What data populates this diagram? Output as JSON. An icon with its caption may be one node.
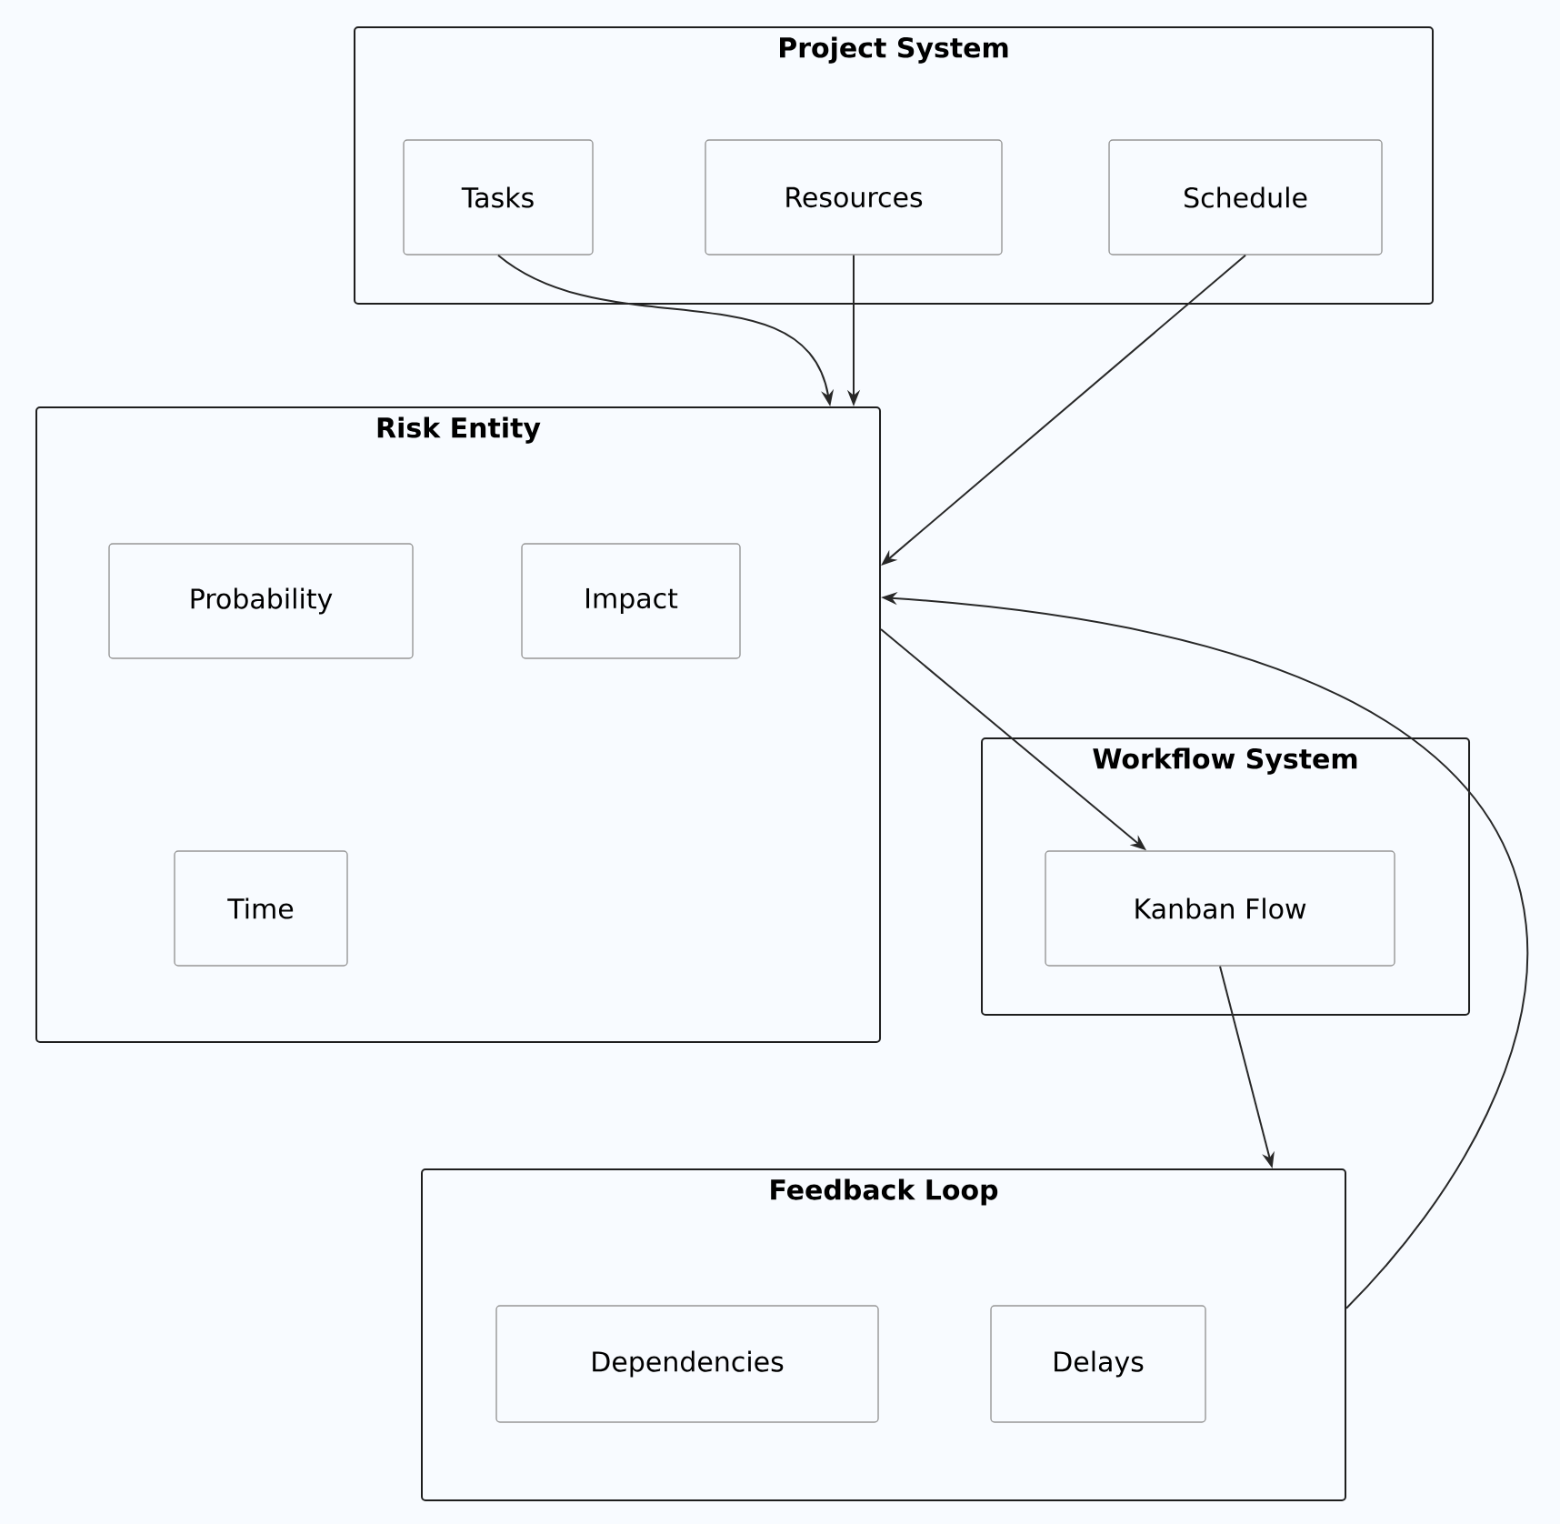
{
  "diagram": {
    "nodes": [
      {
        "text": [
          "Project System"
        ]
      },
      {
        "text": [
          "Tasks"
        ],
        "in": 0
      },
      {
        "text": [
          "Resources"
        ],
        "in": 0
      },
      {
        "text": [
          "Schedule"
        ],
        "in": 0
      },
      {
        "text": [
          "Risk Entity"
        ]
      },
      {
        "text": [
          "Probability"
        ],
        "in": 4
      },
      {
        "text": [
          "Impact"
        ],
        "in": 4
      },
      {
        "text": [
          "Time"
        ],
        "in": 4
      },
      {
        "text": [
          "Workflow System"
        ]
      },
      {
        "text": [
          "Kanban Flow"
        ],
        "in": 8
      },
      {
        "text": [
          "Feedback Loop"
        ]
      },
      {
        "text": [
          "Dependencies"
        ],
        "in": 10
      },
      {
        "text": [
          "Delays"
        ],
        "in": 10
      }
    ],
    "edges": [
      {
        "from": 1,
        "to": 4,
        "arrow": "to"
      },
      {
        "from": 2,
        "to": 4,
        "arrow": "to"
      },
      {
        "from": 3,
        "to": 4,
        "arrow": "to"
      },
      {
        "from": 4,
        "to": 9,
        "arrow": "to"
      },
      {
        "from": 9,
        "to": 10,
        "arrow": "to"
      },
      {
        "from": 10,
        "to": 4,
        "arrow": "to"
      }
    ]
  }
}
